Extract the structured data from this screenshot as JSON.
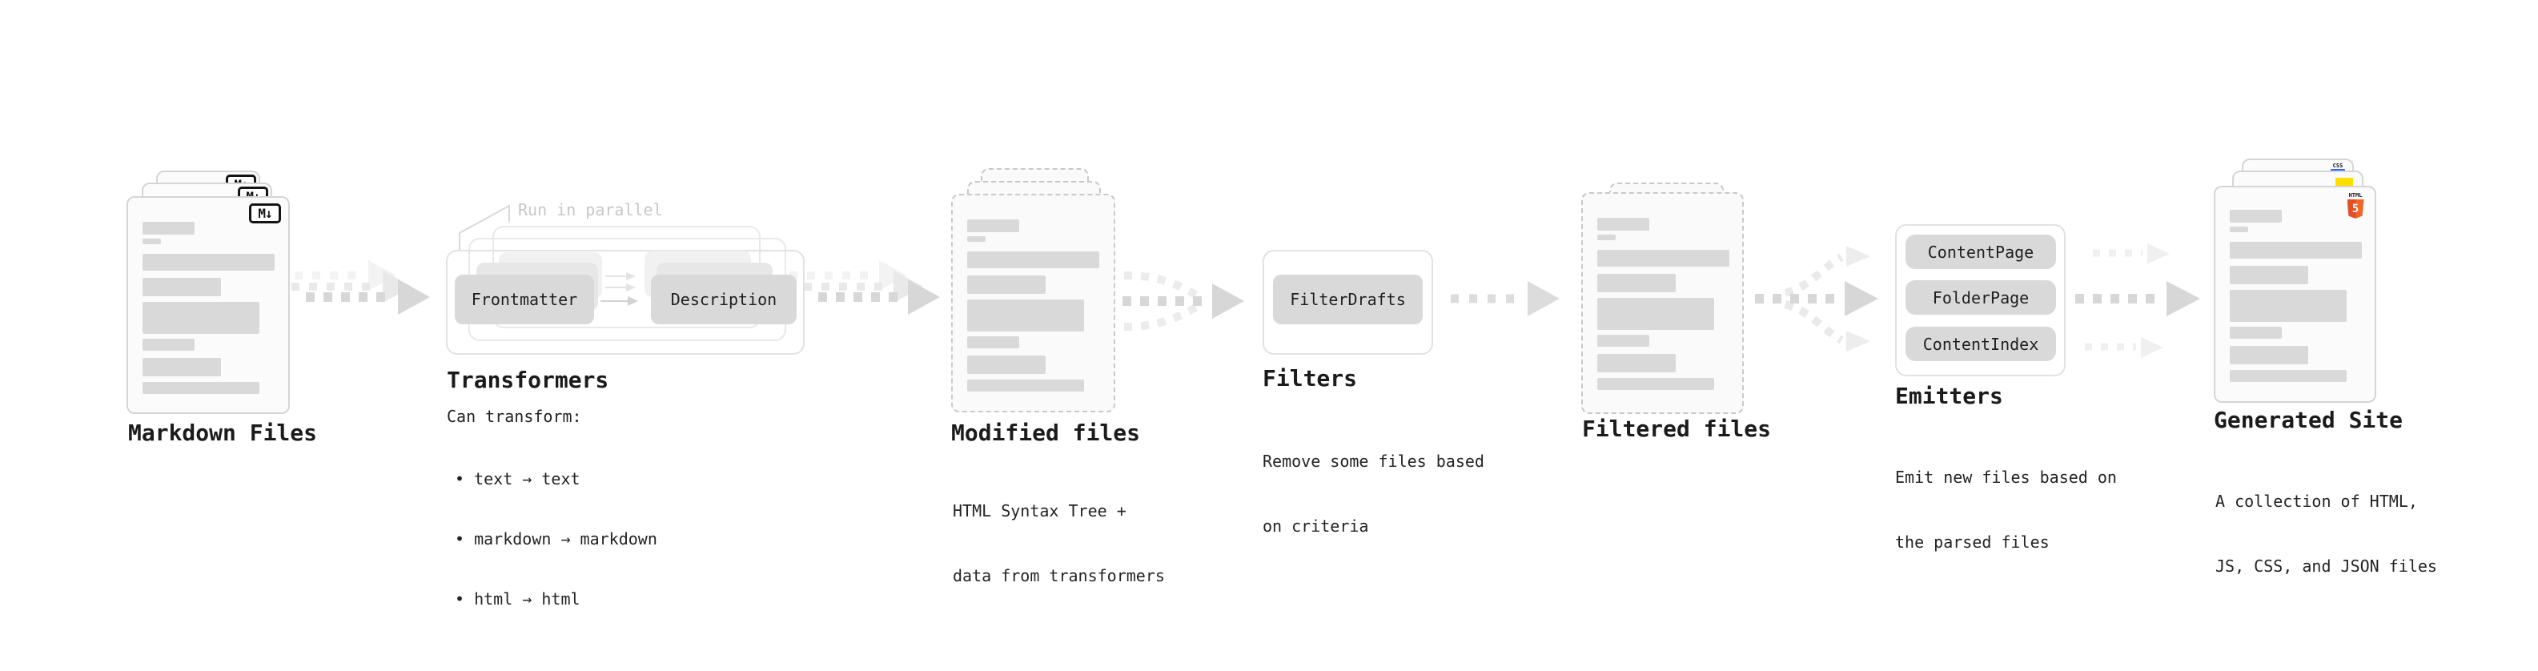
{
  "pipeline": {
    "stages": [
      {
        "key": "markdown-files",
        "title": "Markdown Files",
        "file_badge": "M↓"
      },
      {
        "key": "transformers",
        "title": "Transformers",
        "note": "Run in parallel",
        "boxes": [
          "Frontmatter",
          "Description"
        ],
        "subtitle": "Can transform:",
        "bullets": [
          "• text → text",
          "• markdown → markdown",
          "• html → html"
        ]
      },
      {
        "key": "modified-files",
        "title": "Modified files",
        "subtitle_lines": [
          "HTML Syntax Tree +",
          "data from transformers"
        ]
      },
      {
        "key": "filters",
        "title": "Filters",
        "boxes": [
          "FilterDrafts"
        ],
        "subtitle_lines": [
          "Remove some files based",
          "on criteria"
        ]
      },
      {
        "key": "filtered-files",
        "title": "Filtered files"
      },
      {
        "key": "emitters",
        "title": "Emitters",
        "boxes": [
          "ContentPage",
          "FolderPage",
          "ContentIndex"
        ],
        "subtitle_lines": [
          "Emit new files based on",
          "the parsed files"
        ]
      },
      {
        "key": "generated-site",
        "title": "Generated Site",
        "subtitle_lines": [
          "A collection of HTML,",
          "JS, CSS, and JSON files"
        ],
        "badges": {
          "css": "CSS",
          "html_label": "HTML",
          "html_digit": "5"
        }
      }
    ],
    "colors": {
      "html5_orange": "#e44d26",
      "html5_orange_light": "#f16529",
      "js_yellow": "#ffdd00",
      "css_blue": "#2b62f5",
      "doc_bar_gray": "#d9d9d9",
      "box_gray": "#d9d9d9",
      "arrow_gray": "#d7d7d7"
    }
  }
}
